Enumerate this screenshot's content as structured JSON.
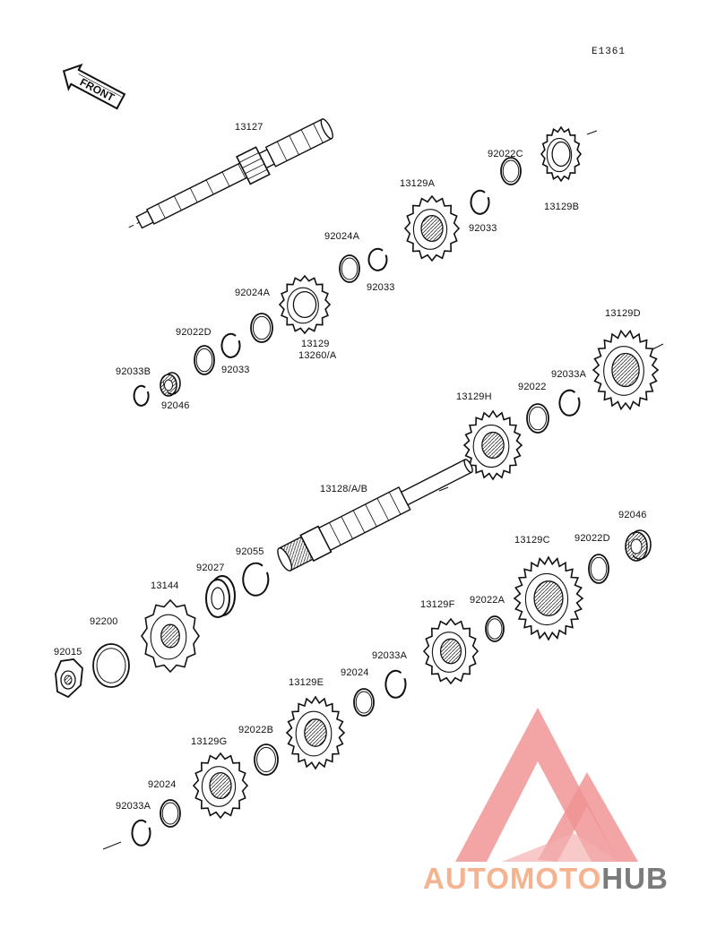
{
  "drawing_code": "E1361",
  "front_label": "FRONT",
  "brand": {
    "part1": "AUTOMOTO",
    "part2": "HUB",
    "color1": "#f6b38f",
    "color2": "#7b7b7b",
    "logo_color": "#f08a8a"
  },
  "labels": {
    "l13127": "13127",
    "l13129a": "13129A",
    "l92022c": "92022C",
    "l92033_top": "92033",
    "l13129b": "13129B",
    "l92024a_1": "92024A",
    "l92033_mid": "92033",
    "l92024a_2": "92024A",
    "l13129": "13129",
    "l13260a": "13260/A",
    "l92022d_1": "92022D",
    "l92033_low": "92033",
    "l92033b": "92033B",
    "l92046_1": "92046",
    "l13129d": "13129D",
    "l13129h": "13129H",
    "l92022": "92022",
    "l92033a_1": "92033A",
    "l13128": "13128/A/B",
    "l92046_2": "92046",
    "l92055": "92055",
    "l13129c": "13129C",
    "l92022d_2": "92022D",
    "l92027": "92027",
    "l13144": "13144",
    "l92022a": "92022A",
    "l92200": "92200",
    "l13129f": "13129F",
    "l92015": "92015",
    "l92033a_2": "92033A",
    "l92024_1": "92024",
    "l13129e": "13129E",
    "l92022b": "92022B",
    "l13129g": "13129G",
    "l92024_2": "92024",
    "l92033a_3": "92033A"
  }
}
